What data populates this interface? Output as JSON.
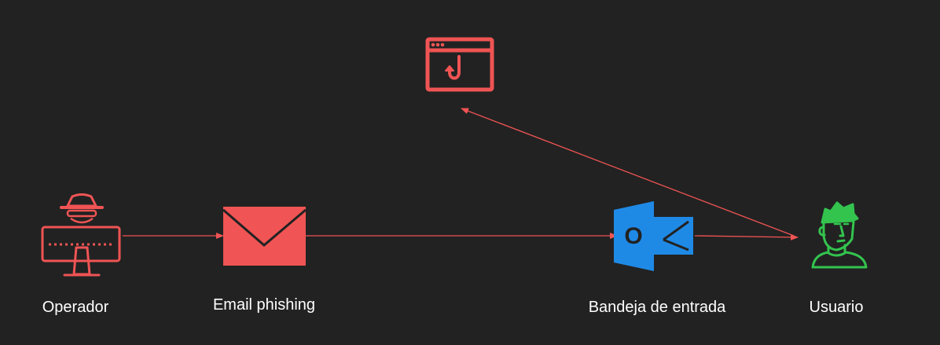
{
  "nodes": {
    "operator": {
      "label": "Operador",
      "icon": "hacker-computer-icon"
    },
    "email": {
      "label": "Email phishing",
      "icon": "envelope-icon"
    },
    "inbox": {
      "label": "Bandeja de entrada",
      "icon": "outlook-icon",
      "badge": "O"
    },
    "user": {
      "label": "Usuario",
      "icon": "user-avatar-icon"
    },
    "site": {
      "icon": "phishing-website-icon"
    }
  },
  "colors": {
    "background": "#222222",
    "accent_red": "#f05454",
    "outlook_blue": "#1f8ae6",
    "user_green": "#33c44e",
    "text": "#ffffff"
  }
}
